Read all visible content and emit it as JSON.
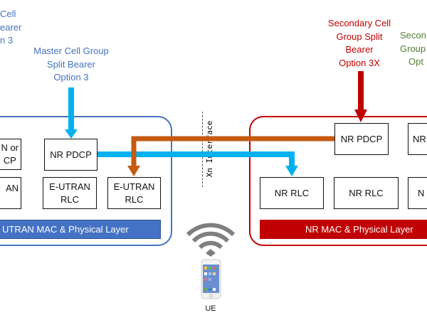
{
  "colors": {
    "master": "#4472c4",
    "secondary": "#c00000",
    "secondary_other": "#548235",
    "split_blue": "#00b0f0",
    "split_orange": "#c55a11"
  },
  "labels": {
    "left_partial": [
      "Cell",
      "earer",
      "n 3"
    ],
    "master": [
      "Master Cell Group",
      "Split Bearer",
      "Option 3"
    ],
    "secondary": [
      "Secondary Cell",
      "Group Split",
      "Bearer",
      "Option 3X"
    ],
    "secondary_other_partial": [
      "Secon",
      "Group",
      "Opt"
    ]
  },
  "enb": {
    "pdcp_partial": [
      "N or",
      "CP"
    ],
    "pdcp": "NR PDCP",
    "rlc_partial": "AN",
    "rlc": [
      "E-UTRAN",
      "RLC"
    ],
    "mac": "UTRAN MAC & Physical Layer"
  },
  "xn": "Xn Interface",
  "gnb": {
    "pdcp": "NR PDCP",
    "pdcp_partial": "NR",
    "rlc": "NR RLC",
    "rlc_partial": "N",
    "mac": "NR MAC & Physical Layer"
  },
  "ue": {
    "label": "UE",
    "icons": [
      "wifi-icon",
      "smartphone-icon"
    ]
  }
}
